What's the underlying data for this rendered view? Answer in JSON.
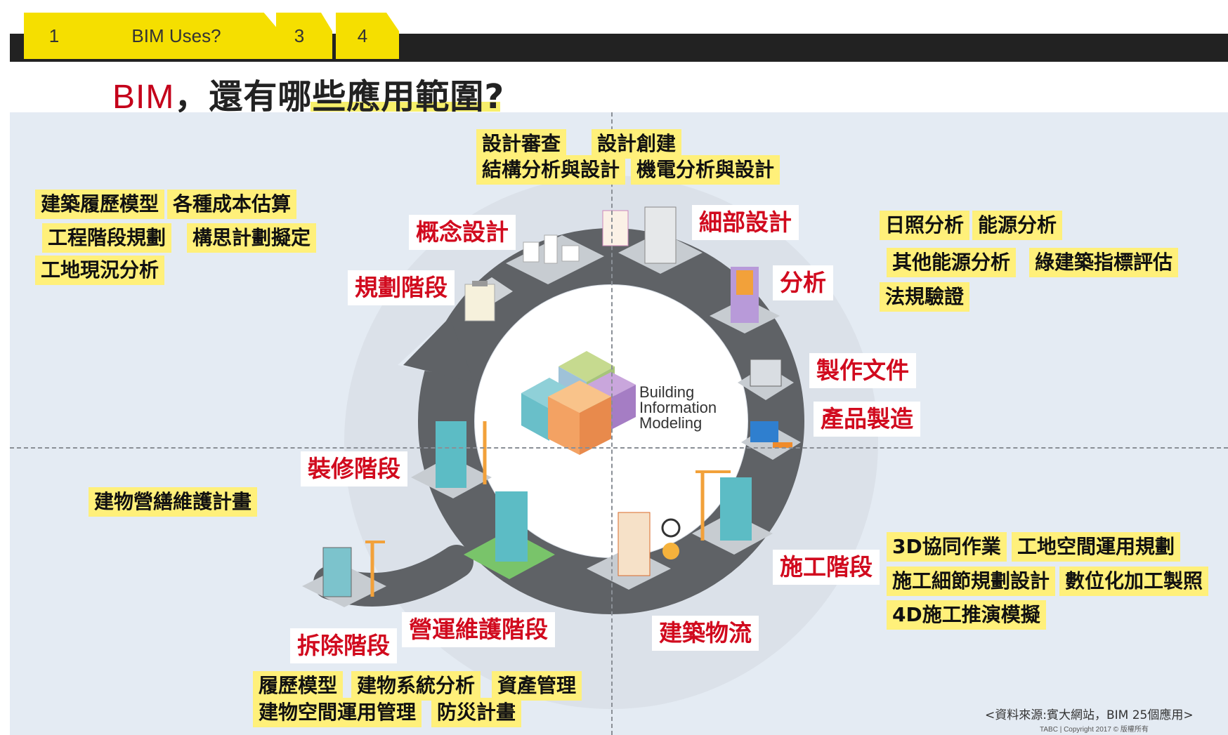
{
  "tabs": [
    {
      "label": "1"
    },
    {
      "label": "BIM Uses?"
    },
    {
      "label": "3"
    },
    {
      "label": "4"
    }
  ],
  "title": {
    "bim": "BIM",
    "rest": "，還有哪些應用範圍?"
  },
  "center_logo": {
    "line1": "Building",
    "line2": "Information",
    "line3": "Modeling"
  },
  "stages": {
    "concept_design": "概念設計",
    "detail_design": "細部設計",
    "planning": "規劃階段",
    "analysis": "分析",
    "documentation": "製作文件",
    "fabrication": "產品製造",
    "renovation": "裝修階段",
    "construction": "施工階段",
    "logistics": "建築物流",
    "operation": "營運維護階段",
    "demolition": "拆除階段"
  },
  "uses": {
    "design_top": [
      "設計審查",
      "設計創建",
      "結構分析與設計",
      "機電分析與設計"
    ],
    "planning_left": [
      "建築履歷模型",
      "各種成本估算",
      "工程階段規劃",
      "構思計劃擬定",
      "工地現況分析"
    ],
    "analysis_right": [
      "日照分析",
      "能源分析",
      "其他能源分析",
      "綠建築指標評估",
      "法規驗證"
    ],
    "renovation_left": [
      "建物營繕維護計畫"
    ],
    "construction_right": [
      "3D協同作業",
      "工地空間運用規劃",
      "施工細節規劃設計",
      "數位化加工製照",
      "4D施工推演模擬"
    ],
    "operation_bottom": [
      "履歷模型",
      "建物系統分析",
      "資產管理",
      "建物空間運用管理",
      "防災計畫"
    ]
  },
  "footer": {
    "source": "<資料來源:賓大網站，BIM 25個應用>",
    "copyright": "TABC | Copyright 2017 © 版權所有"
  },
  "colors": {
    "tab_yellow": "#f5df00",
    "highlight_yellow": "#fff07a",
    "stage_red": "#d10a1e",
    "cycle_gray": "#5f6266",
    "background_panel": "#e4ebf3"
  }
}
